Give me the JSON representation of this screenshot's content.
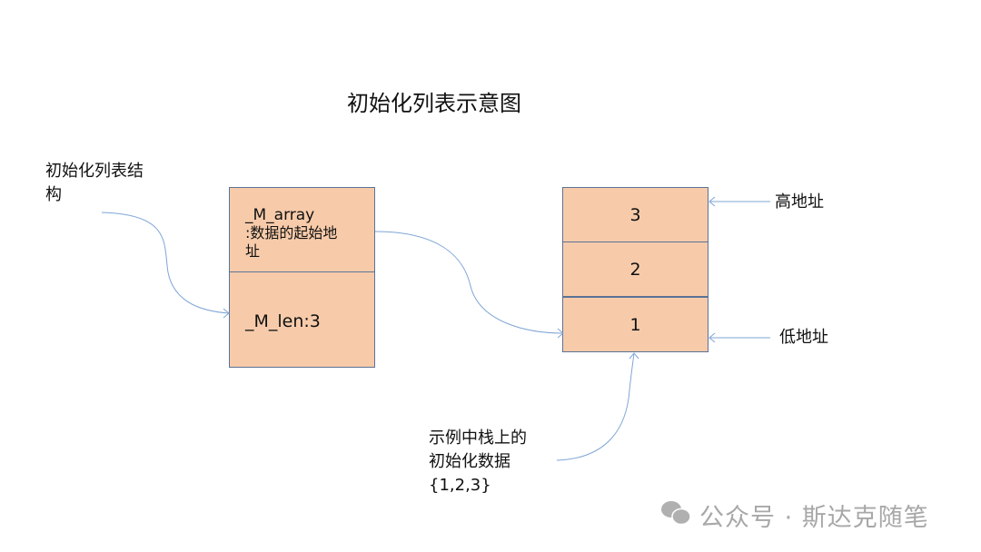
{
  "title": "初始化列表示意图",
  "struct_label_line1": "初始化列表结",
  "struct_label_line2": "构",
  "struct": {
    "array_line1": "_M_array",
    "array_line2": ":数据的起始地",
    "array_line3": "址",
    "len": "_M_len:3"
  },
  "stack_cells": [
    "3",
    "2",
    "1"
  ],
  "high_addr": "高地址",
  "low_addr": "低地址",
  "example_line1": "示例中栈上的",
  "example_line2": "初始化数据",
  "example_line3": "{1,2,3}",
  "watermark": "公众号 · 斯达克随笔",
  "colors": {
    "fill": "#f7cbaa",
    "border": "#5a7396",
    "arrow": "#7fa6d6"
  }
}
